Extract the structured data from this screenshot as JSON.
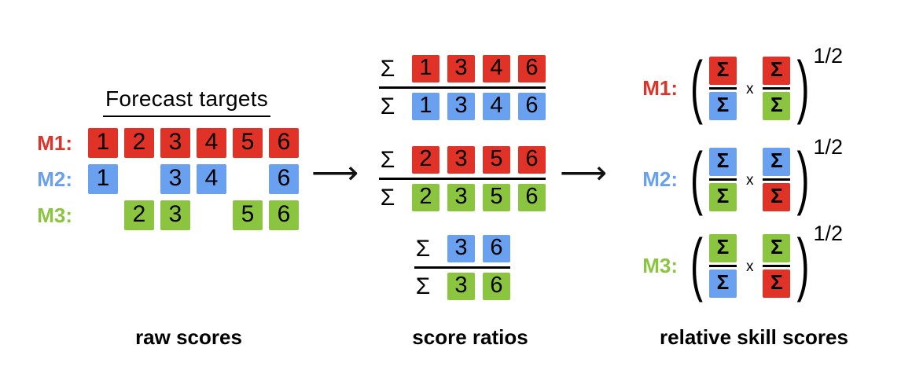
{
  "colors": {
    "red": "#e03226",
    "blue": "#69a0f0",
    "green": "#8bc53f",
    "black": "#000000"
  },
  "arrow_glyph": "⟶",
  "multiply_glyph": "x",
  "sigma_glyph": "Σ",
  "left_panel": {
    "heading": "Forecast targets",
    "caption": "raw scores",
    "rows": [
      {
        "model": "M1:",
        "color": "red",
        "cells": [
          "1",
          "2",
          "3",
          "4",
          "5",
          "6"
        ]
      },
      {
        "model": "M2:",
        "color": "blue",
        "cells": [
          "1",
          "",
          "3",
          "4",
          "",
          "6"
        ]
      },
      {
        "model": "M3:",
        "color": "green",
        "cells": [
          "",
          "2",
          "3",
          "",
          "5",
          "6"
        ]
      }
    ]
  },
  "middle_panel": {
    "caption": "score ratios",
    "ratios": [
      {
        "num_color": "red",
        "num_values": [
          "1",
          "3",
          "4",
          "6"
        ],
        "den_color": "blue",
        "den_values": [
          "1",
          "3",
          "4",
          "6"
        ]
      },
      {
        "num_color": "red",
        "num_values": [
          "2",
          "3",
          "5",
          "6"
        ],
        "den_color": "green",
        "den_values": [
          "2",
          "3",
          "5",
          "6"
        ]
      },
      {
        "num_color": "blue",
        "num_values": [
          "3",
          "6"
        ],
        "den_color": "green",
        "den_values": [
          "3",
          "6"
        ]
      }
    ]
  },
  "right_panel": {
    "caption": "relative skill scores",
    "exponent": "1/2",
    "open_paren": "(",
    "close_paren": ")",
    "formulas": [
      {
        "model": "M1:",
        "color": "red",
        "fraction1": {
          "num": "red",
          "den": "blue"
        },
        "fraction2": {
          "num": "red",
          "den": "green"
        }
      },
      {
        "model": "M2:",
        "color": "blue",
        "fraction1": {
          "num": "blue",
          "den": "green"
        },
        "fraction2": {
          "num": "blue",
          "den": "red"
        }
      },
      {
        "model": "M3:",
        "color": "green",
        "fraction1": {
          "num": "green",
          "den": "blue"
        },
        "fraction2": {
          "num": "green",
          "den": "red"
        }
      }
    ]
  }
}
